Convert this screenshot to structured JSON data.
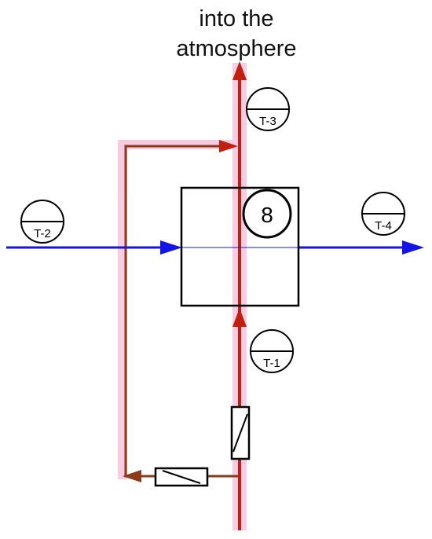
{
  "outlet_label_line1": "into the",
  "outlet_label_line2": "atmosphere",
  "unit_number": "8",
  "sensors": {
    "t1": "T-1",
    "t2": "T-2",
    "t3": "T-3",
    "t4": "T-4"
  },
  "colors": {
    "flue_gas_line": "#c0200f",
    "bypass_line": "#8b3a1a",
    "water_line": "#1414e6",
    "highlight": "#f7b8d8"
  }
}
